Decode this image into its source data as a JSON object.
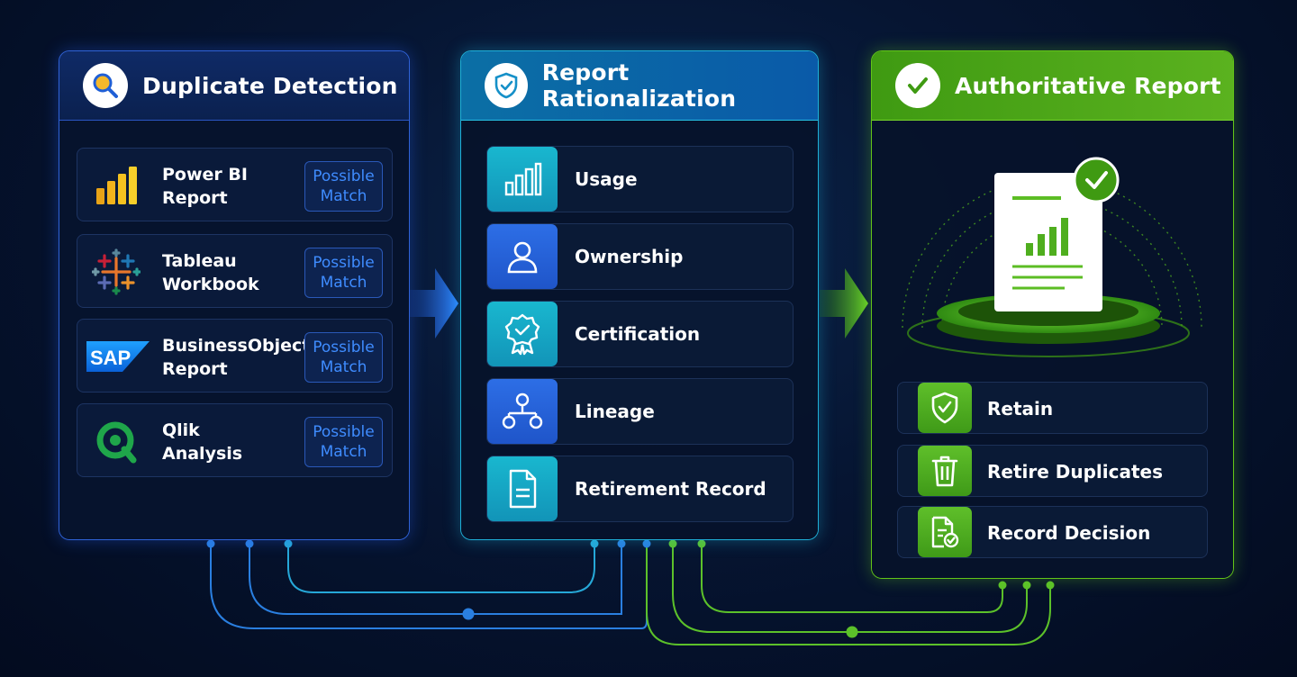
{
  "panels": {
    "detection": {
      "title": "Duplicate Detection",
      "icon": "magnifier-icon",
      "sources": [
        {
          "name": "Power BI\nReport",
          "logo": "power-bi-logo",
          "badge": "Possible\nMatch"
        },
        {
          "name": "Tableau\nWorkbook",
          "logo": "tableau-logo",
          "badge": "Possible\nMatch"
        },
        {
          "name": "BusinessObjects\nReport",
          "logo": "sap-logo",
          "logo_text": "SAP",
          "badge": "Possible\nMatch"
        },
        {
          "name": "Qlik\nAnalysis",
          "logo": "qlik-logo",
          "badge": "Possible\nMatch"
        }
      ]
    },
    "rationalization": {
      "title": "Report Rationalization",
      "icon": "shield-check-icon",
      "criteria": [
        {
          "label": "Usage",
          "icon": "bar-chart-icon"
        },
        {
          "label": "Ownership",
          "icon": "user-icon"
        },
        {
          "label": "Certification",
          "icon": "certificate-icon"
        },
        {
          "label": "Lineage",
          "icon": "lineage-icon"
        },
        {
          "label": "Retirement Record",
          "icon": "document-icon"
        }
      ]
    },
    "authoritative": {
      "title": "Authoritative Report",
      "icon": "checkmark-icon",
      "illustration": "certified-report-on-pedestal",
      "actions": [
        {
          "label": "Retain",
          "icon": "shield-check-icon"
        },
        {
          "label": "Retire Duplicates",
          "icon": "trash-icon"
        },
        {
          "label": "Record Decision",
          "icon": "document-check-icon"
        }
      ]
    }
  },
  "colors": {
    "background": "#061532",
    "detection_accent": "#2f62d6",
    "rationalization_accent": "#1fb0d8",
    "authoritative_accent": "#62c418",
    "possible_match_text": "#3f8cff"
  }
}
